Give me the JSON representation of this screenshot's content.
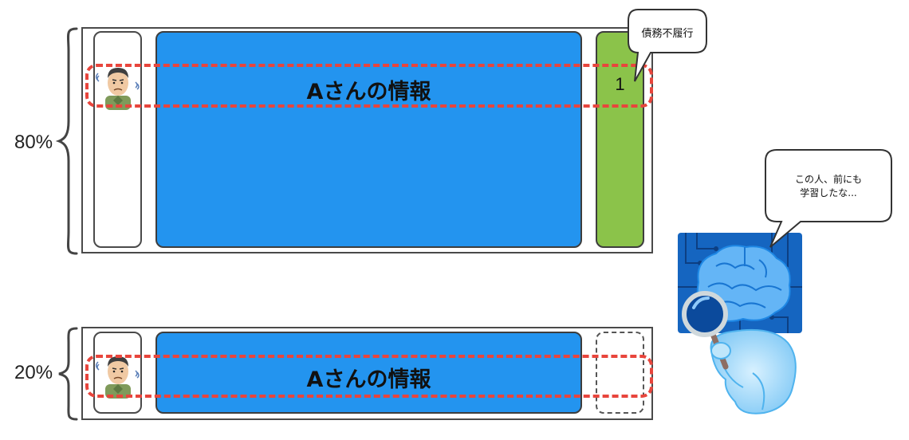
{
  "rows": [
    {
      "percent": "80%",
      "info_label": "Aさんの情報",
      "label_value": "1",
      "label_state": "filled"
    },
    {
      "percent": "20%",
      "info_label": "Aさんの情報",
      "label_value": "",
      "label_state": "empty"
    }
  ],
  "bubbles": {
    "label_bubble": "債務不履行",
    "ai_bubble_line1": "この人、前にも",
    "ai_bubble_line2": "学習したな..."
  },
  "colors": {
    "info_blue": "#2394ef",
    "label_green": "#8bc34a",
    "highlight_red": "#e8453c"
  },
  "icons": [
    "worried-man-icon",
    "ai-brain-magnifier-icon",
    "curly-brace-icon"
  ]
}
